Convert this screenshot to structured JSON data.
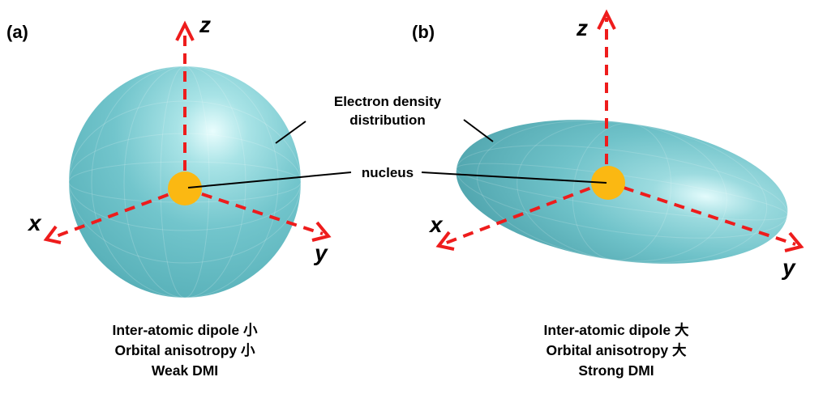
{
  "panels": {
    "a": {
      "label": "(a)",
      "axes": {
        "x": "x",
        "y": "y",
        "z": "z"
      },
      "caption": [
        "Inter-atomic dipole 小",
        "Orbital anisotropy 小",
        "Weak DMI"
      ]
    },
    "b": {
      "label": "(b)",
      "axes": {
        "x": "x",
        "y": "y",
        "z": "z"
      },
      "caption": [
        "Inter-atomic dipole 大",
        "Orbital anisotropy 大",
        "Strong DMI"
      ]
    }
  },
  "annotations": {
    "electron_density": [
      "Electron density",
      "distribution"
    ],
    "nucleus": "nucleus"
  },
  "colors": {
    "surface": "#6dc3ca",
    "nucleus": "#fbb812",
    "axis": "#ee1c1c"
  }
}
